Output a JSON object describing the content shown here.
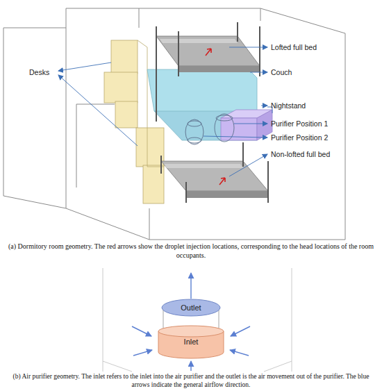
{
  "diagram": {
    "nodes": [
      {
        "text": [
          "Outlet"
        ]
      },
      {
        "text": [
          "Inlet"
        ]
      }
    ],
    "labels": [
      "Lofted full bed",
      "Desks",
      "Couch",
      "Nightstand",
      "Purifier Position 1",
      "Purifier Position 2",
      "Non-lofted full bed",
      "(a) Dormitory room geometry. The red arrows show the droplet injection locations, corresponding to the head locations of the room occupants.",
      "(b) Air purifier geometry. The inlet refers to the inlet into the air purifier and the outlet is the air movement out of the purifier. The blue arrows indicate the general airflow direction."
    ]
  }
}
